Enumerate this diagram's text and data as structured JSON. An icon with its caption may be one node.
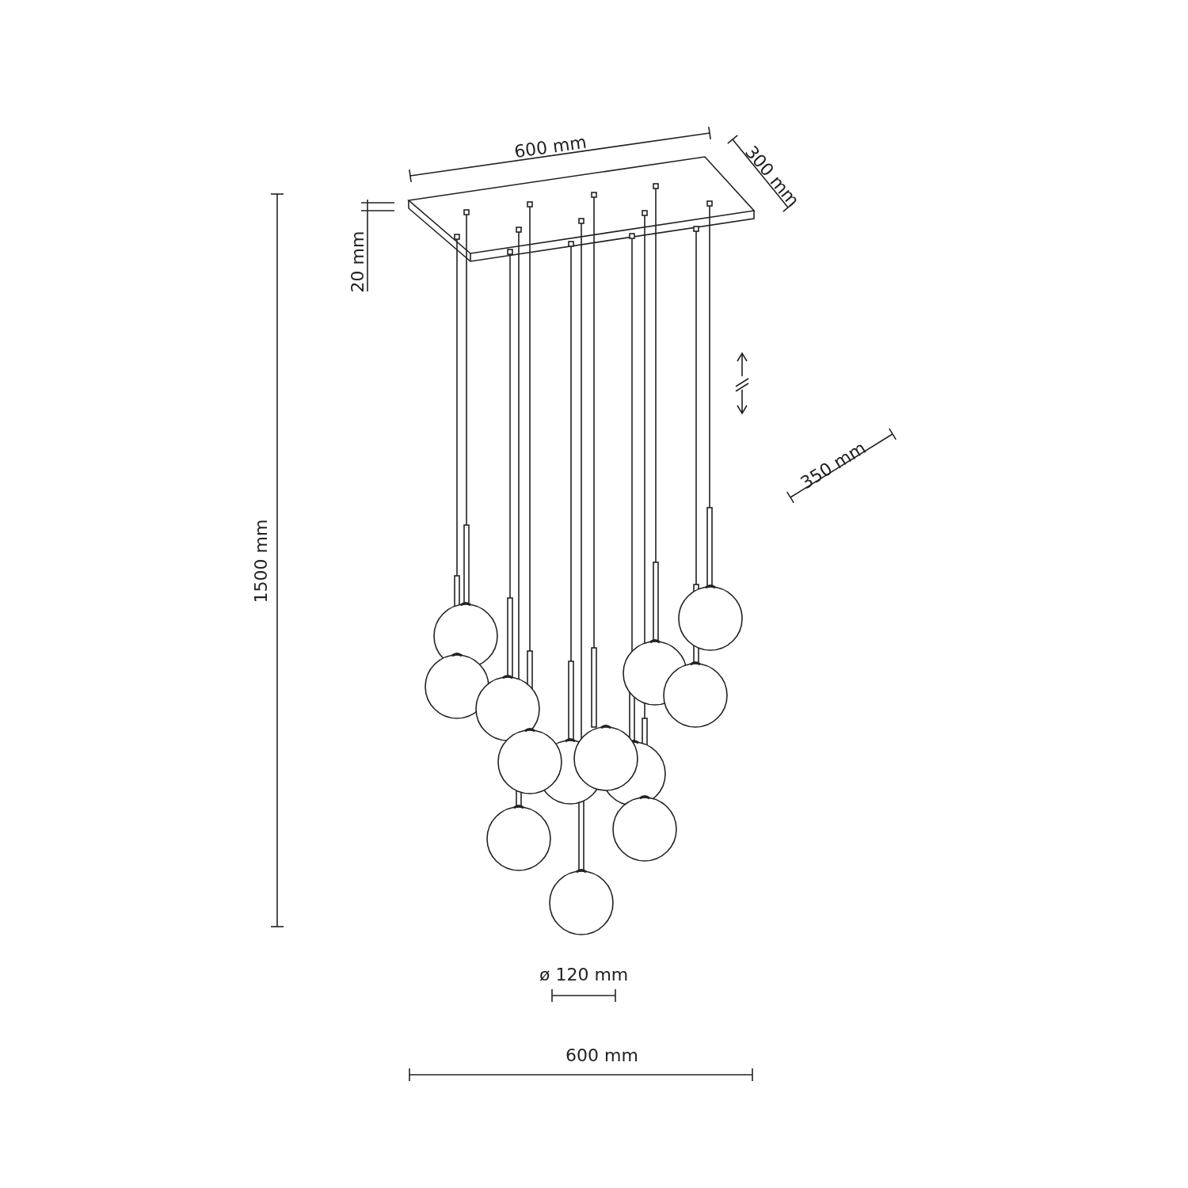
{
  "diagram": {
    "labels": [
      "600 mm",
      "300 mm",
      "20 mm",
      "1500 mm",
      "350 mm",
      "ø 120 mm",
      "600 mm"
    ]
  }
}
